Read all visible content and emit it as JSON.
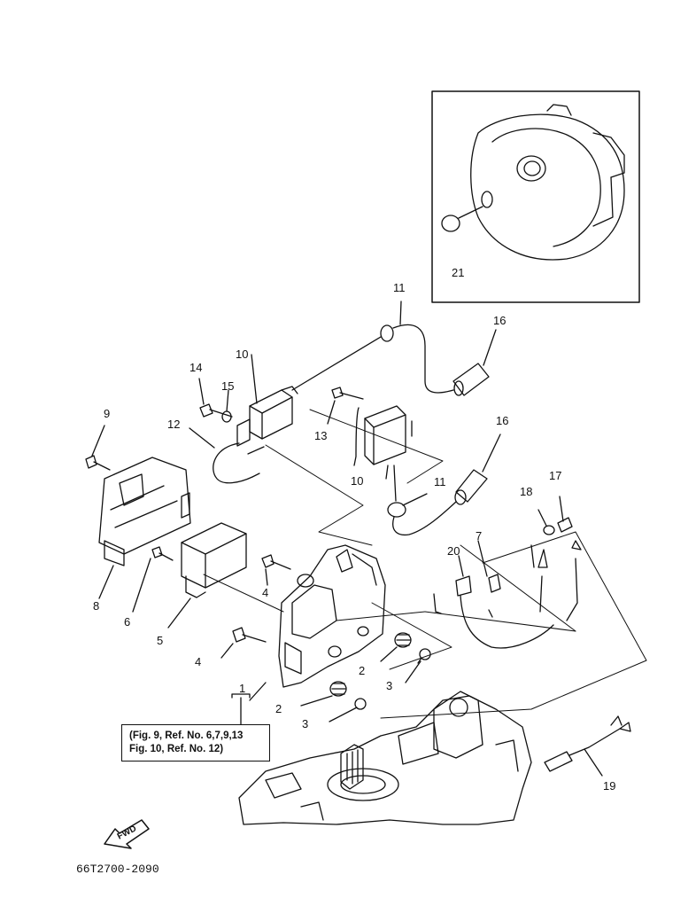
{
  "callouts": {
    "c21": "21",
    "c11a": "11",
    "c16a": "16",
    "c10a": "10",
    "c14": "14",
    "c15": "15",
    "c9": "9",
    "c12": "12",
    "c13": "13",
    "c10b": "10",
    "c16b": "16",
    "c11b": "11",
    "c17": "17",
    "c18": "18",
    "c7": "7",
    "c20": "20",
    "c8": "8",
    "c6": "6",
    "c4a": "4",
    "c5": "5",
    "c4b": "4",
    "c1": "1",
    "c2a": "2",
    "c3a": "3",
    "c2b": "2",
    "c3b": "3",
    "c19": "19"
  },
  "note": {
    "line1": "(Fig. 9, Ref. No. 6,7,9,13",
    "line2": "Fig. 10, Ref. No. 12)"
  },
  "fwd_label": "FWD",
  "drawing_code": "66T2700-2090",
  "colors": {
    "ink": "#111111",
    "paper": "#ffffff"
  }
}
